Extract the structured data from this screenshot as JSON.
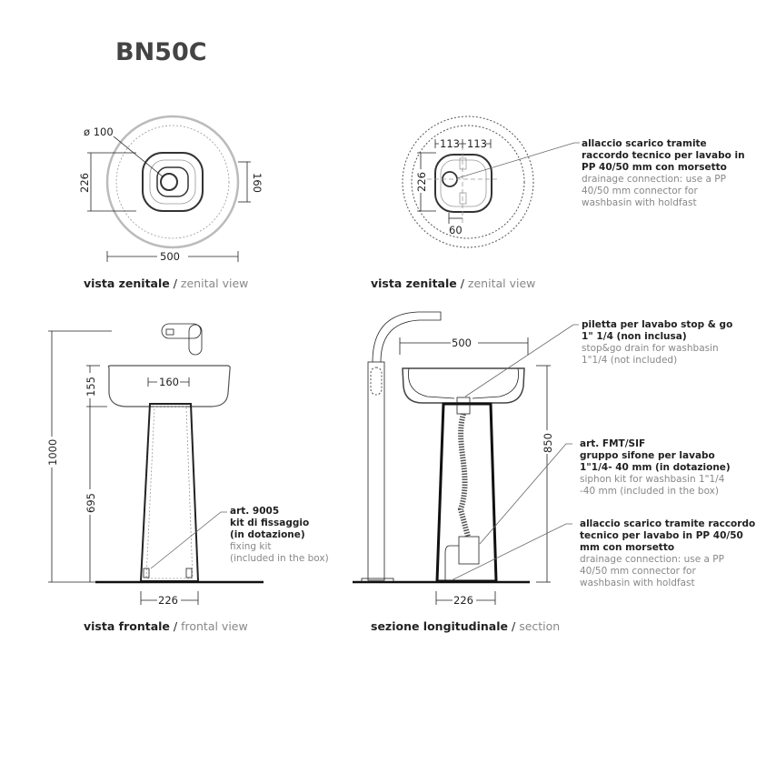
{
  "title": "BN50C",
  "views": {
    "top_left": {
      "caption_it": "vista zenitale",
      "caption_sep": " / ",
      "caption_en": "zenital view",
      "dims": {
        "drain": "ø 100",
        "depth": "226",
        "inner": "160",
        "diameter": "500"
      }
    },
    "top_right": {
      "caption_it": "vista zenitale",
      "caption_sep": " / ",
      "caption_en": "zenital view",
      "dims": {
        "left": "113",
        "right": "113",
        "depth": "226",
        "offset": "60"
      },
      "note": {
        "it": [
          "allaccio scarico tramite",
          "raccordo tecnico per lavabo in",
          "PP 40/50 mm con morsetto"
        ],
        "en": [
          "drainage connection: use a PP",
          "40/50 mm connector for",
          "washbasin with holdfast"
        ]
      }
    },
    "bottom_left": {
      "caption_it": "vista frontale",
      "caption_sep": " / ",
      "caption_en": "frontal view",
      "dims": {
        "total": "1000",
        "basin": "155",
        "pedestal": "695",
        "inner": "160",
        "base": "226"
      },
      "note": {
        "it": [
          "art. 9005",
          "kit di fissaggio",
          "(in dotazione)"
        ],
        "en": [
          "fixing kit",
          "(included in the box)"
        ]
      }
    },
    "bottom_right": {
      "caption_it": "sezione longitudinale",
      "caption_sep": " / ",
      "caption_en": "section",
      "dims": {
        "width": "500",
        "height": "850",
        "base": "226"
      },
      "note_drain": {
        "it": [
          "piletta per lavabo stop & go",
          "1\" 1/4 (non inclusa)"
        ],
        "en": [
          "stop&go drain for washbasin",
          "1\"1/4 (not included)"
        ]
      },
      "note_siphon": {
        "it": [
          "art. FMT/SIF",
          "gruppo sifone per lavabo",
          "1\"1/4- 40 mm (in dotazione)"
        ],
        "en": [
          "siphon kit for washbasin 1\"1/4",
          "-40 mm (included in the box)"
        ]
      },
      "note_connection": {
        "it": [
          "allaccio scarico tramite raccordo",
          "tecnico per lavabo in PP 40/50",
          "mm con morsetto"
        ],
        "en": [
          "drainage connection: use a PP",
          "40/50 mm connector for",
          "washbasin with holdfast"
        ]
      }
    }
  }
}
